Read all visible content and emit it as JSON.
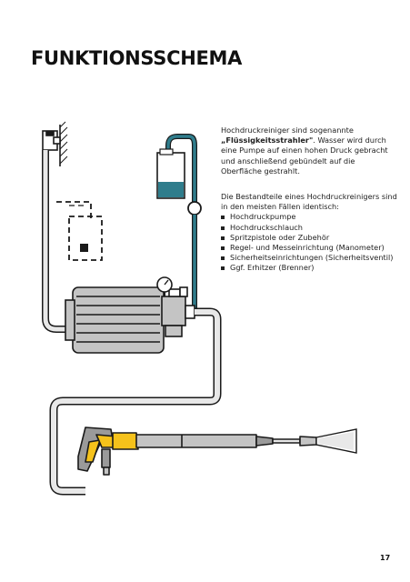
{
  "title": "FUNKTIONSSCHEMA",
  "intro": {
    "part1": "Hochdruckreiniger sind sogenannte ",
    "bold": "„Flüssigkeitsstrahler\"",
    "part2": ". Wasser wird durch eine Pumpe auf einen hohen Druck gebracht und anschließend gebündelt auf die Oberfläche gestrahlt."
  },
  "parts_intro": "Die Bestandteile eines Hochdruckreinigers sind in den meisten Fällen identisch:",
  "parts": [
    "Hochdruckpumpe",
    "Hochdruckschlauch",
    "Spritzpistole oder Zubehör",
    "Regel- und Messeinrichtung (Manometer)",
    "Sicherheitseinrichtungen (Sicherheitsventil)",
    "Ggf. Erhitzer (Brenner)"
  ],
  "page_number": "17",
  "colors": {
    "teal": "#2f7d8c",
    "pipe_fill": "#e8e8e8",
    "pump_grey": "#c4c4c4",
    "yellow": "#f5c21b",
    "outline": "#1a1a1a"
  }
}
